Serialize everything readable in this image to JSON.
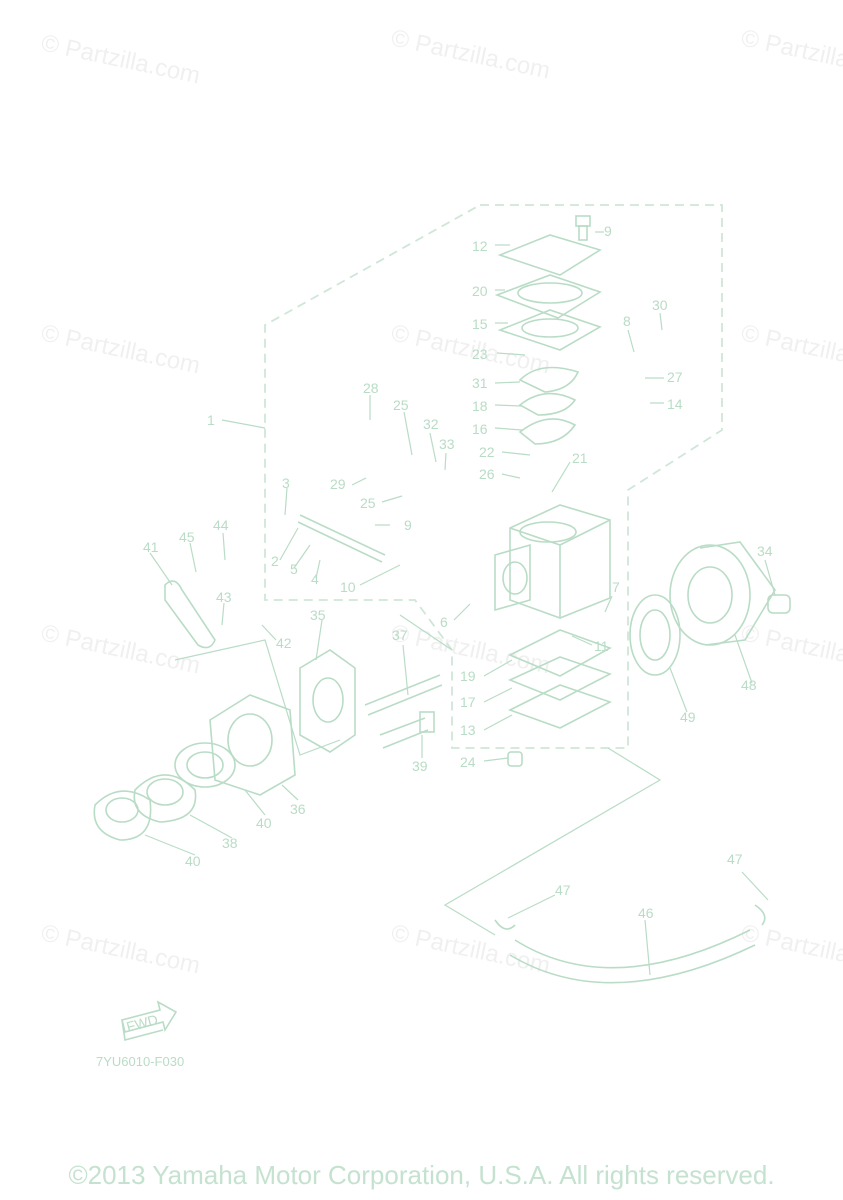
{
  "watermark": "© Partzilla.com",
  "diagram_code": "7YU6010-F030",
  "fwd_label": "FWD",
  "copyright": "©2013 Yamaha Motor Corporation, U.S.A. All rights reserved.",
  "colors": {
    "line": "#b9dcc6",
    "watermark": "#f0f0f0"
  },
  "callouts": [
    "1",
    "2",
    "3",
    "4",
    "5",
    "6",
    "7",
    "8",
    "9",
    "9",
    "10",
    "11",
    "12",
    "13",
    "14",
    "15",
    "16",
    "17",
    "18",
    "19",
    "20",
    "21",
    "22",
    "23",
    "24",
    "25",
    "25",
    "26",
    "27",
    "28",
    "29",
    "30",
    "31",
    "32",
    "33",
    "34",
    "35",
    "36",
    "37",
    "38",
    "39",
    "40",
    "40",
    "41",
    "42",
    "43",
    "44",
    "45",
    "46",
    "47",
    "47",
    "48",
    "49"
  ]
}
